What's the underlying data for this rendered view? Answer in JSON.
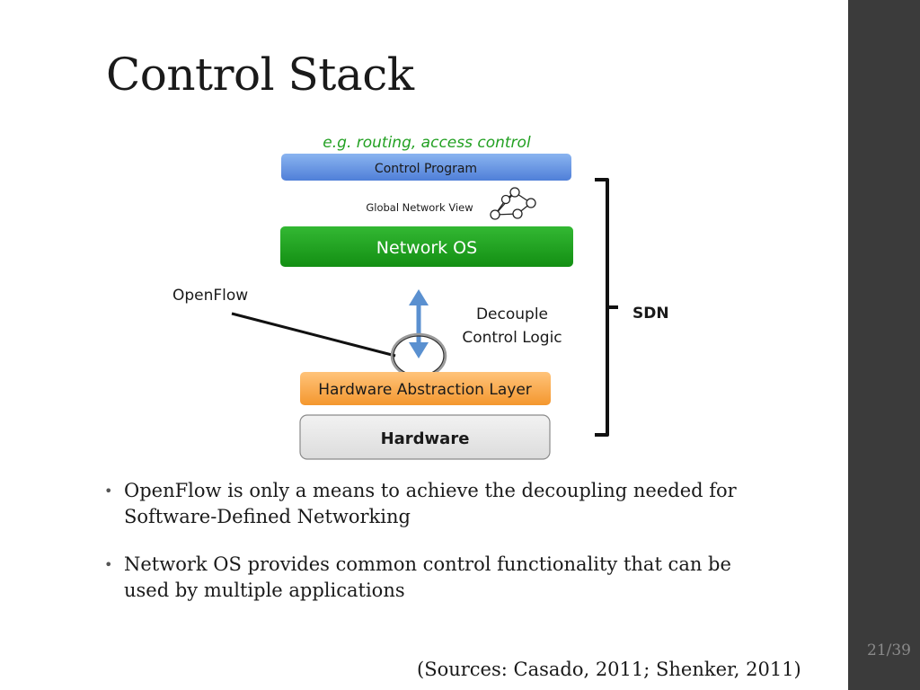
{
  "slide": {
    "title": "Control Stack",
    "page_number": "21/39",
    "sources": "(Sources: Casado, 2011; Shenker, 2011)"
  },
  "diagram": {
    "example_caption": "e.g. routing, access control",
    "control_program": "Control Program",
    "global_network_view": "Global Network View",
    "network_os": "Network OS",
    "openflow": "OpenFlow",
    "decouple_line1": "Decouple",
    "decouple_line2": "Control Logic",
    "hardware_abstraction_layer": "Hardware Abstraction Layer",
    "hardware": "Hardware",
    "sdn": "SDN",
    "colors": {
      "example_caption": "#22a022",
      "control_program": "#5b8fe0",
      "network_os": "#1fa21f",
      "hardware_abstraction_layer": "#f8a64a",
      "hardware": "#e6e6e6",
      "arrow": "#5a90d0"
    }
  },
  "bullets": [
    "OpenFlow is only a means to achieve the decoupling needed for Software-Defined Networking",
    "Network OS provides common control functionality that can be used by multiple applications"
  ]
}
